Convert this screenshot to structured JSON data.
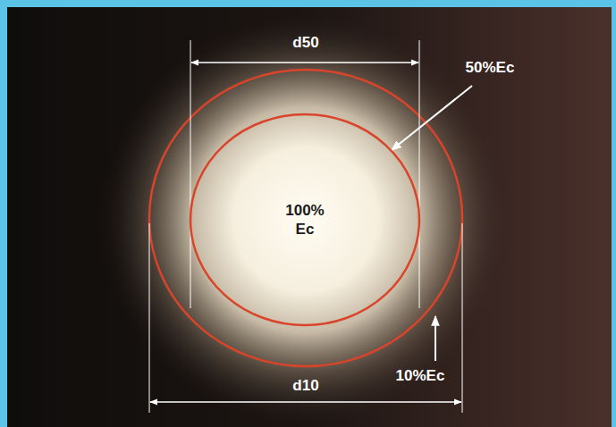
{
  "diagram": {
    "nodes": [
      {
        "text": [
          "100% Ec"
        ]
      }
    ],
    "labels": [
      "d50",
      "50%Ec",
      "10%Ec",
      "d10"
    ]
  }
}
